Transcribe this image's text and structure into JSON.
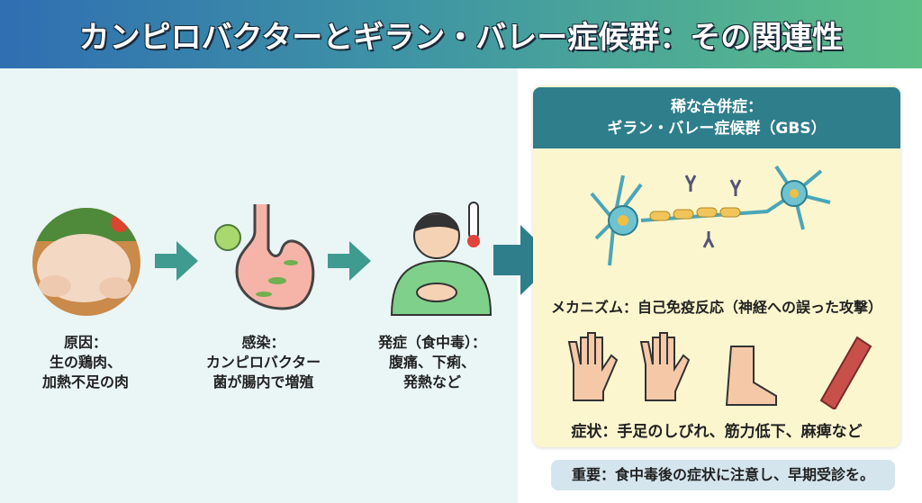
{
  "header": {
    "title": "カンピロバクターとギラン・バレー症候群：その関連性"
  },
  "steps": [
    {
      "lines": [
        "原因：",
        "生の鶏肉、",
        "加熱不足の肉"
      ],
      "icon": "raw-chicken-icon"
    },
    {
      "lines": [
        "感染：",
        "カンピロバクター",
        "菌が腸内で増殖"
      ],
      "icon": "stomach-bacteria-icon"
    },
    {
      "lines": [
        "発症（食中毒）：",
        "腹痛、下痢、",
        "発熱など"
      ],
      "icon": "sick-person-icon"
    }
  ],
  "panel": {
    "title_line1": "稀な合併症：",
    "title_line2": "ギラン・バレー症候群（GBS）",
    "mechanism": "メカニズム：自己免疫反応（神経への誤った攻撃）",
    "symptoms": "症状：手足のしびれ、筋力低下、麻痺など"
  },
  "important": "重要：食中毒後の症状に注意し、早期受診を。",
  "colors": {
    "header_start": "#2f6fb2",
    "header_end": "#5cbf86",
    "panel_head": "#2e7e8c",
    "panel_bg": "#fcf6cf",
    "arrow": "#3f9a8f"
  }
}
